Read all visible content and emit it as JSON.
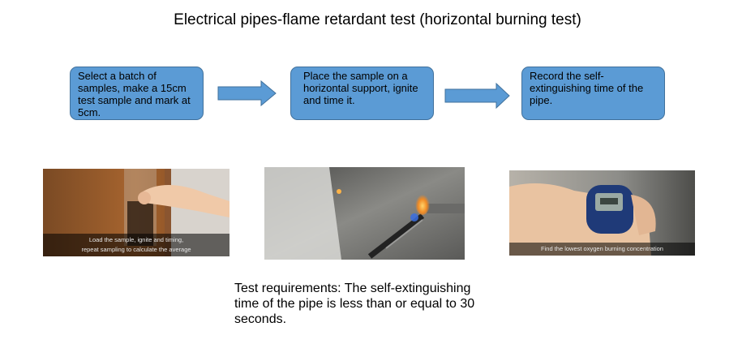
{
  "title": "Electrical pipes-flame retardant test (horizontal burning test)",
  "steps": [
    "Select a batch of samples, make a 15cm test sample and mark at 5cm.",
    "Place the sample on a horizontal support, ignite and time it.",
    "Record the self-extinguishing time of the pipe."
  ],
  "photos": [
    {
      "caption_line1": "Load the sample, ignite and timing,",
      "caption_line2": "repeat sampling to calculate the average"
    },
    {
      "caption_line1": "",
      "caption_line2": ""
    },
    {
      "caption_line1": "Find the lowest oxygen burning concentration",
      "caption_line2": ""
    }
  ],
  "requirements": "Test requirements: The self-extinguishing time of the pipe is less than or equal to 30 seconds.",
  "colors": {
    "step_fill": "#5b9bd5",
    "step_border": "#41719c"
  }
}
